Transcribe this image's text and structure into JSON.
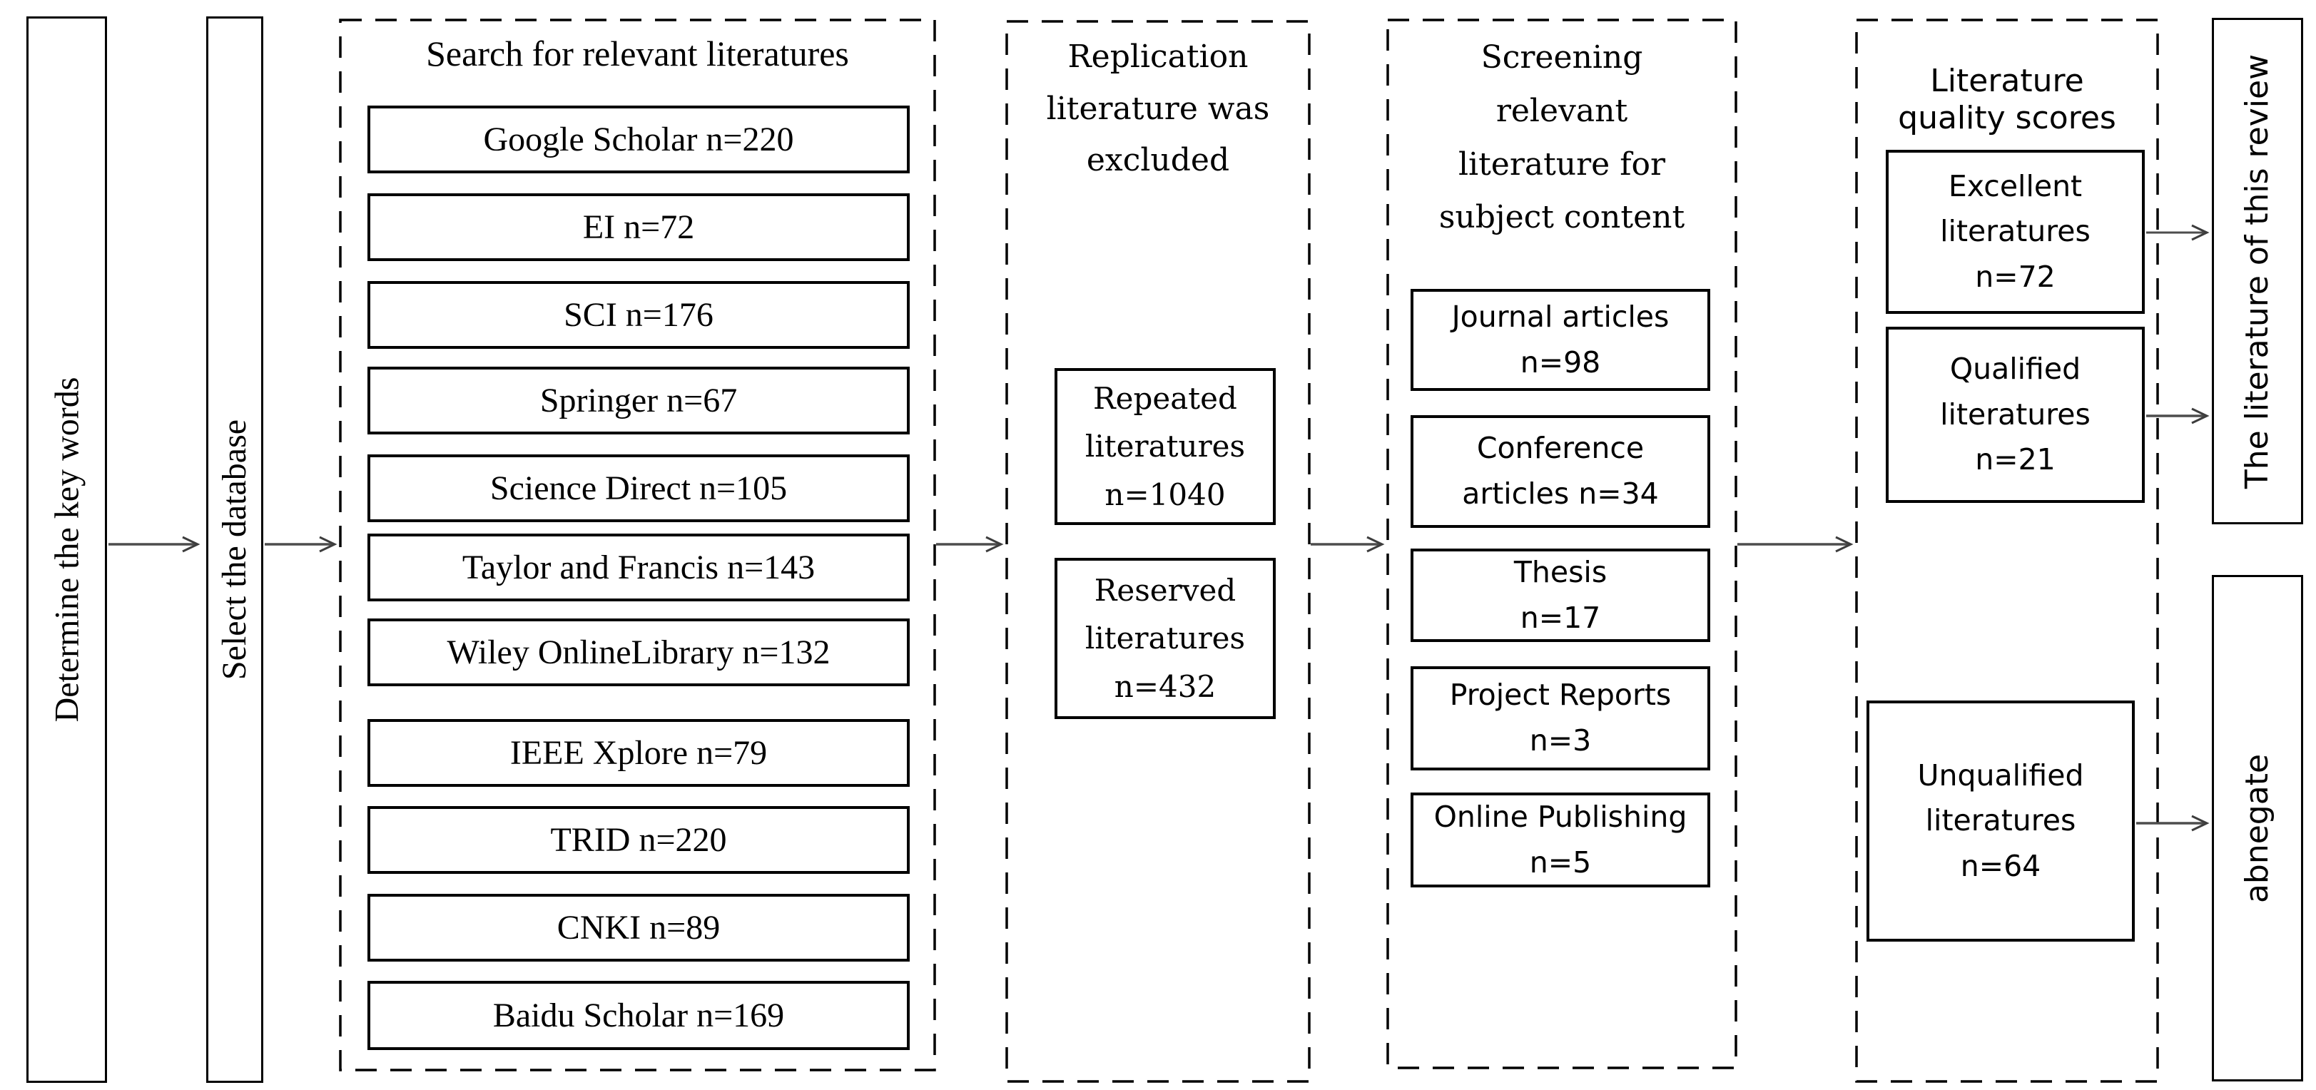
{
  "diagram": {
    "steps": {
      "keywords": "Determine the key words",
      "database": "Select the database"
    },
    "search": {
      "title": "Search for relevant literatures",
      "items": [
        "Google Scholar n=220",
        "EI n=72",
        "SCI n=176",
        "Springer n=67",
        "Science Direct n=105",
        "Taylor and Francis n=143",
        "Wiley OnlineLibrary n=132",
        "IEEE Xplore n=79",
        "TRID n=220",
        "CNKI n=89",
        "Baidu Scholar n=169"
      ]
    },
    "replication": {
      "title": "Replication\nliterature was\nexcluded",
      "boxes": [
        "Repeated\nliteratures\nn=1040",
        "Reserved\nliteratures\nn=432"
      ]
    },
    "screening": {
      "title": "Screening\nrelevant\nliterature for\nsubject content",
      "boxes": [
        "Journal articles\nn=98",
        "Conference\narticles n=34",
        "Thesis\nn=17",
        "Project Reports\nn=3",
        "Online Publishing\nn=5"
      ]
    },
    "quality": {
      "title": "Literature\nquality scores",
      "boxes": [
        "Excellent\nliteratures\nn=72",
        "Qualified\nliteratures\nn=21",
        "Unqualified\nliteratures\nn=64"
      ]
    },
    "outcomes": {
      "review": "The literature of this review",
      "abnegate": "abnegate"
    }
  },
  "colors": {
    "background": "#ffffff",
    "border": "#000000",
    "arrow": "#4d4d4d",
    "text": "#000000"
  }
}
